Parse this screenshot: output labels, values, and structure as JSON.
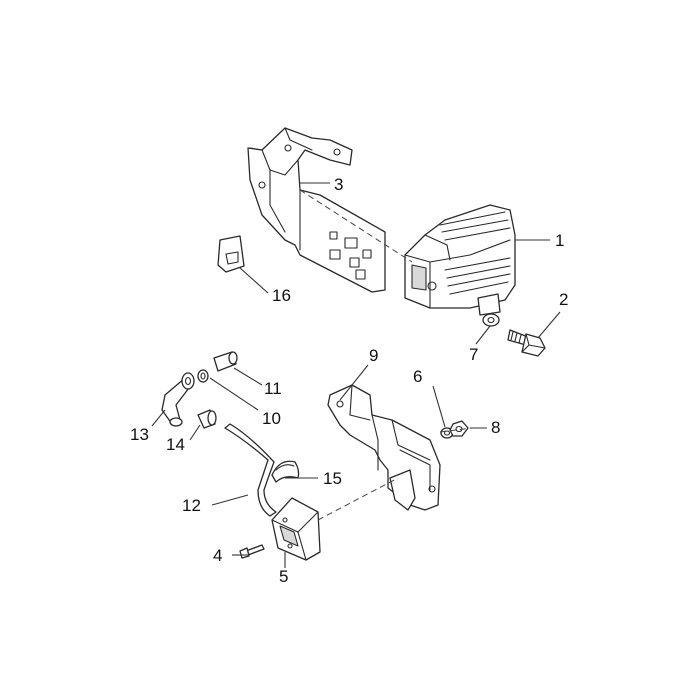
{
  "callouts": [
    {
      "id": "c1",
      "text": "1"
    },
    {
      "id": "c2",
      "text": "2"
    },
    {
      "id": "c3",
      "text": "3"
    },
    {
      "id": "c4",
      "text": "4"
    },
    {
      "id": "c5",
      "text": "5"
    },
    {
      "id": "c6",
      "text": "6"
    },
    {
      "id": "c7",
      "text": "7"
    },
    {
      "id": "c8",
      "text": "8"
    },
    {
      "id": "c9",
      "text": "9"
    },
    {
      "id": "c10",
      "text": "10"
    },
    {
      "id": "c11",
      "text": "11"
    },
    {
      "id": "c12",
      "text": "12"
    },
    {
      "id": "c13",
      "text": "13"
    },
    {
      "id": "c14",
      "text": "14"
    },
    {
      "id": "c15",
      "text": "15"
    },
    {
      "id": "c16",
      "text": "16"
    }
  ],
  "colors": {
    "line": "#2a2a2a",
    "background": "#ffffff",
    "shade": "#d9d9d9"
  }
}
